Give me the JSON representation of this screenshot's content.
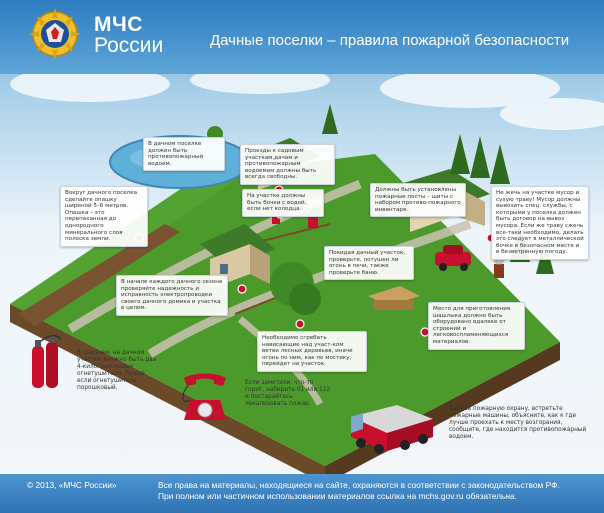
{
  "header": {
    "brand_line1": "МЧС",
    "brand_line2": "России",
    "title": "Дачные поселки – правила пожарной безопасности"
  },
  "notes": {
    "pond": "В дачном поселке должен быть противопожарный водоем.",
    "access": "Проезды к садовым участкам,дачам и противопожарным водоемам должны быть всегда свободны.",
    "plowing": "Вокруг дачного поселка сделайте опашку шириной 5–6 метров. Опашка – это перепаханная до однородного минерального слоя полоска земли.",
    "barrels": "На участке должны быть бочки с водой, если нет колодца.",
    "posts": "Должны быть установлены пожарные посты – щиты с набором противо-пожарного инвентаря.",
    "trash": "Не жечь на участке мусор и сухую траву! Мусор должны вывозить спец. службы, с которыми у поселка должен быть договор на вывоз мусора. Если же траву сжечь все-таки необходимо, делать это следует в металлической бочке в безопасном месте и в безветренную погоду.",
    "leaving": "Покидая дачный участок, проверьте, потушен ли огонь в печи, также проверьте баню.",
    "wiring": "В начале каждого дачного сезона проверяйте надежность и исправность электропроводки своего дачного домика и участка в целом.",
    "bbq": "Место для приготовления шашлыка должно быть оборудовано вдалеке от строений и легковоспламеняющихся материалов.",
    "fire_line": "Необходимо сгребать нависающие над участ-ком ветви лесных деревьев, иначе огонь по ним, как по мостику, перейдет на участок."
  },
  "bottom": {
    "extinguisher": "В среднем, на дачном участке должно быть два 4-килограм-мовых огнетушителя. Лучше, если огнетушитель порошковый.",
    "phone": "Если заметили, что-то горит, наберите 01 или 112 и постарайтесь локализовать пожар.",
    "truck": "Вызвав пожарную охрану, встретьте пожарные машины, объясните, как к где лучше проехать к месту возгорания, сообщите, где находится противопожарный водоем."
  },
  "footer": {
    "copyright": "© 2013, «МЧС России»",
    "legal_line1": "Все права на материалы, находящиеся на сайте, охраняются в соответствии с законодательством РФ.",
    "legal_line2": "При полном или частичном использовании материалов ссылка на mchs.gov.ru обязательна."
  },
  "colors": {
    "header_blue": "#2d7cc0",
    "grass": "#4d9a2c",
    "soil": "#6b4a2a",
    "marker_red": "#c8102e",
    "roof_green": "#3d7a2a"
  }
}
